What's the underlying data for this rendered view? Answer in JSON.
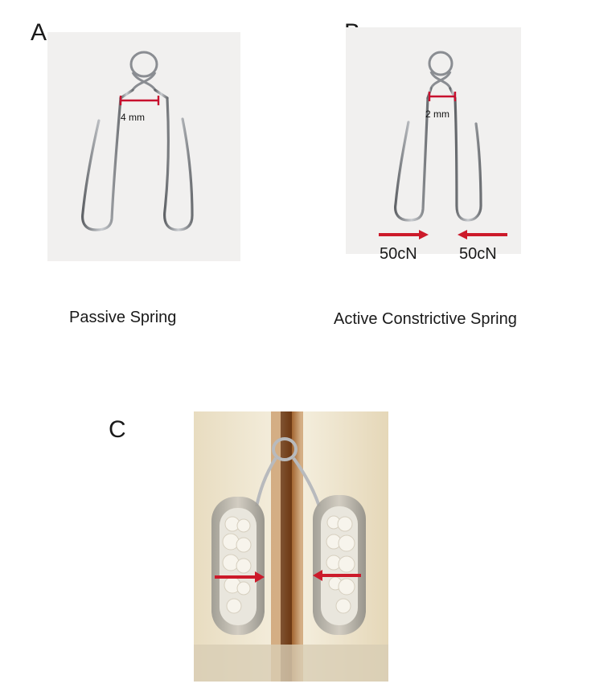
{
  "panels": {
    "a": {
      "letter": "A",
      "gap_label": "4 mm",
      "caption": "Passive Spring"
    },
    "b": {
      "letter": "B",
      "gap_label": "2 mm",
      "caption": "Active Constrictive Spring",
      "force_left": "50cN",
      "force_right": "50cN"
    },
    "c": {
      "letter": "C"
    }
  },
  "colors": {
    "measure_red": "#c8102e",
    "arrow_red": "#cc1a2a",
    "wire": "#8a8d92",
    "photo_bg": "#f1f0ef"
  }
}
